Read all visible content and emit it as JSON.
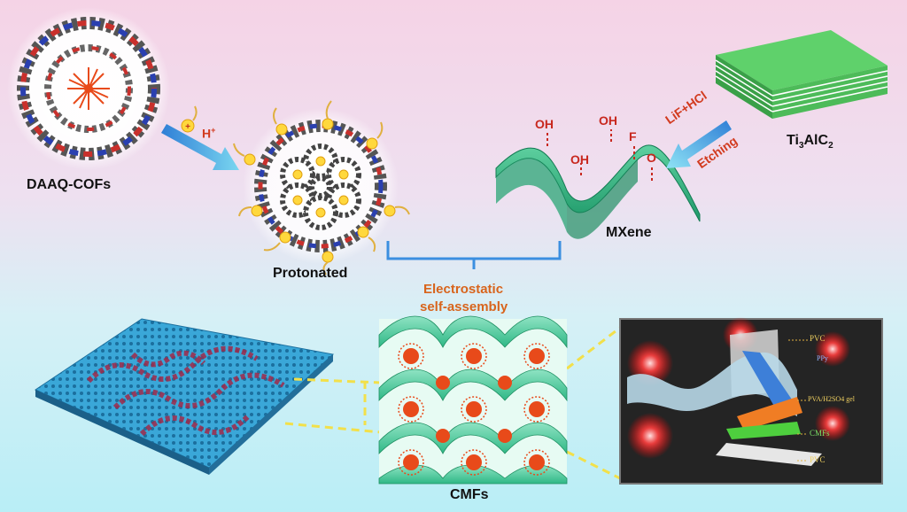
{
  "labels": {
    "daaq_cofs": "DAAQ-COFs",
    "h_plus": "H",
    "h_plus_sup": "+",
    "protonated": "Protonated",
    "mxene": "MXene",
    "ti3alc2_a": "Ti",
    "ti3alc2_sub1": "3",
    "ti3alc2_b": "AlC",
    "ti3alc2_sub2": "2",
    "lif_hcl": "LiF+HCl",
    "etching": "Etching",
    "electrostatic_line1": "Electrostatic",
    "electrostatic_line2": "self-assembly",
    "cmfs": "CMFs"
  },
  "mxene_groups": [
    "OH",
    "OH",
    "OH",
    "F",
    "O"
  ],
  "device_layers": {
    "pvc_top": "PVC",
    "gel": "PVA/H2SO4 gel",
    "cmfs": "CMFs",
    "pvc_bottom": "PVC",
    "ppy": "PPy"
  },
  "colors": {
    "mxene_green": "#3fb985",
    "cof_red": "#e84a1a",
    "arrow_blue": "#2f7fd6",
    "bracket_blue": "#3b8fe0",
    "label_red": "#d23b1f",
    "label_orange": "#d8641c"
  }
}
